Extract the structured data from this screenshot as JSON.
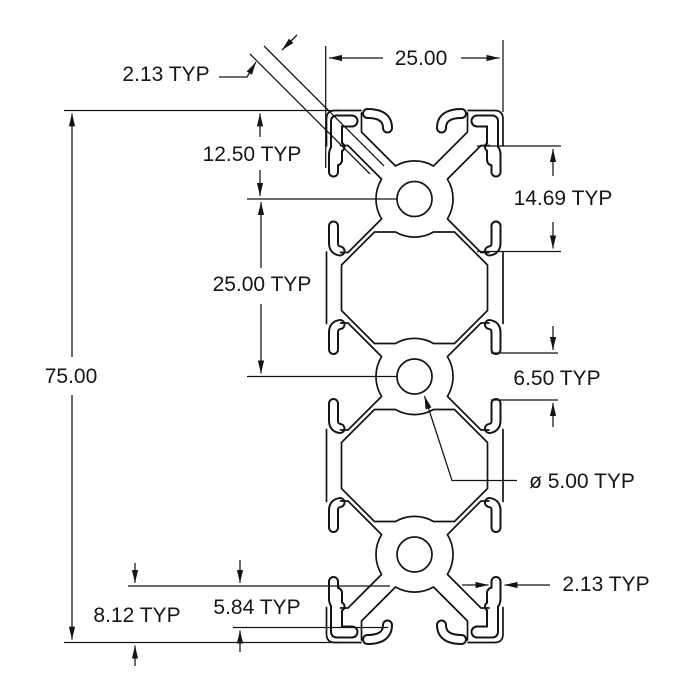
{
  "drawing": {
    "labels": {
      "wall_thickness_top": "2.13 TYP",
      "overall_width": "25.00",
      "first_hole_offset": "12.50 TYP",
      "lip_span": "14.69 TYP",
      "hole_pitch": "25.00 TYP",
      "overall_height": "75.00",
      "slot_opening": "6.50 TYP",
      "hole_diameter": "ø 5.00 TYP",
      "lip_thickness": "2.13 TYP",
      "bottom_edge_offset": "8.12 TYP",
      "bottom_slot_offset": "5.84 TYP"
    }
  }
}
